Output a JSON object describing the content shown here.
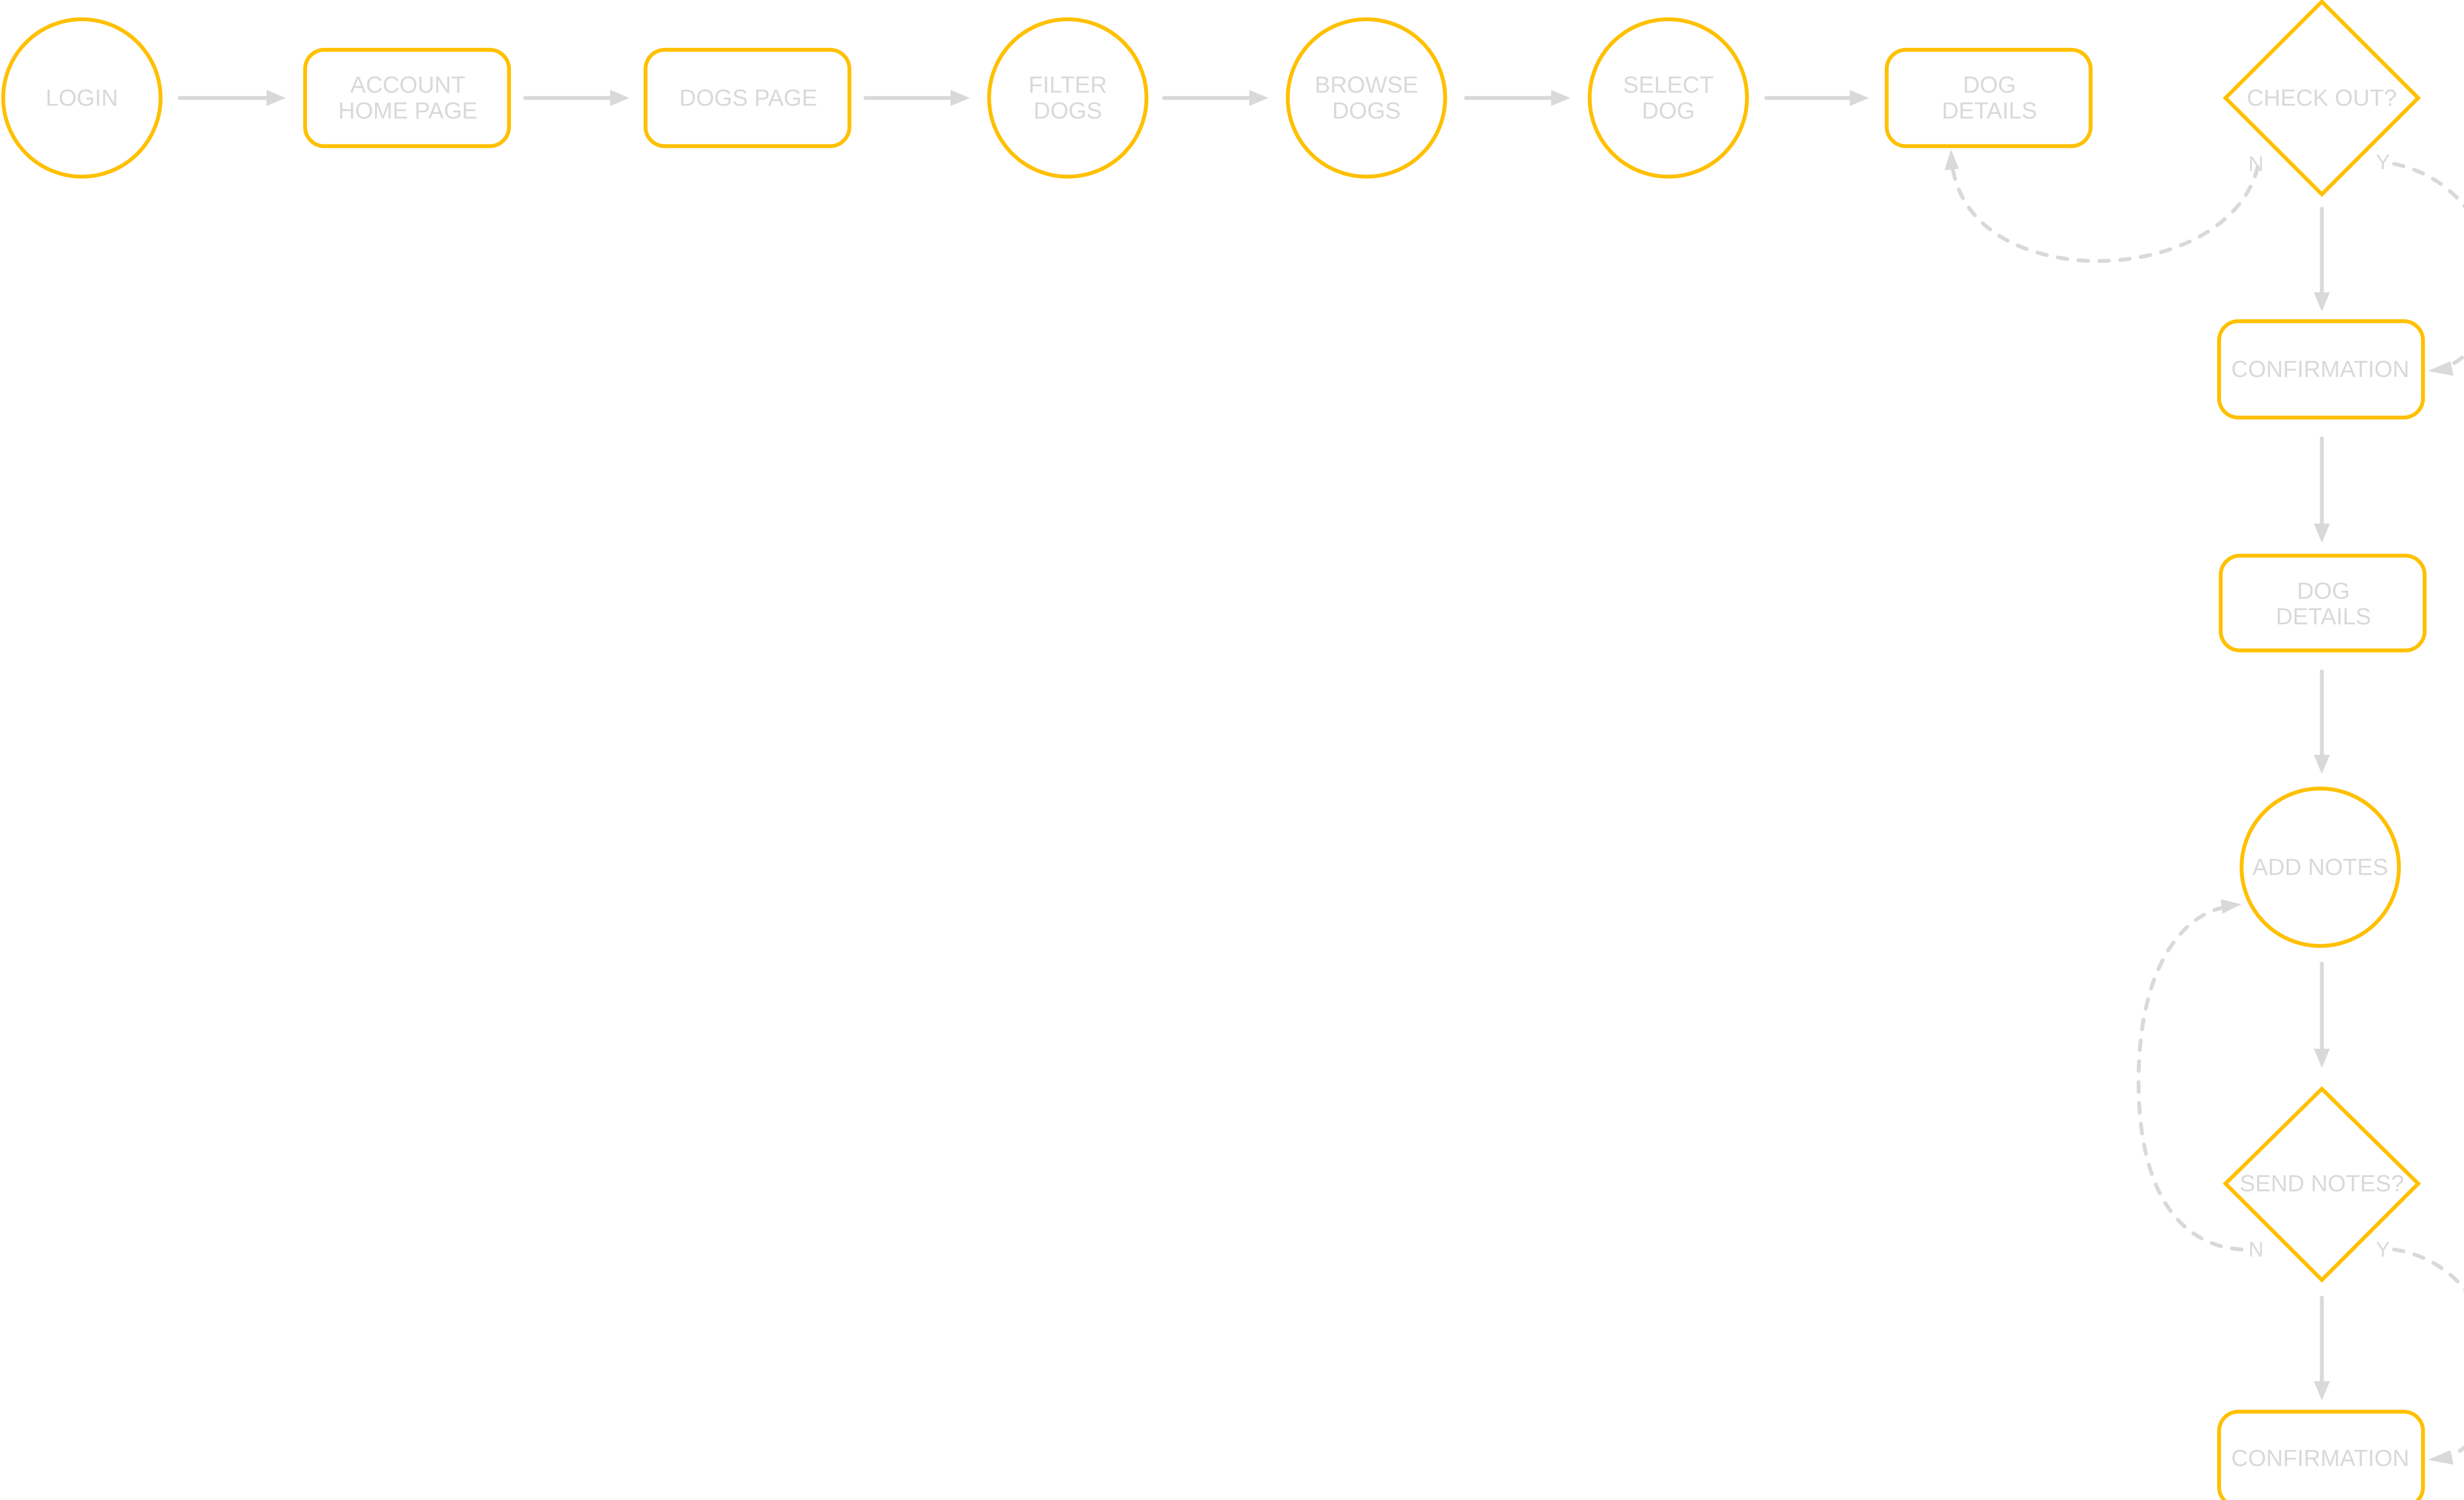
{
  "diagram": {
    "title": "",
    "colors": {
      "node_border": "#FFC000",
      "node_fill": "#FFFFFF",
      "text": "#D9D9D9",
      "connector": "#D9D9D9",
      "background": "#FFFFFF"
    },
    "nodes": [
      {
        "id": "login",
        "shape": "circle",
        "lines": [
          "LOGIN"
        ]
      },
      {
        "id": "account_home",
        "shape": "rounded-rect",
        "lines": [
          "ACCOUNT",
          "HOME PAGE"
        ]
      },
      {
        "id": "dogs_page",
        "shape": "rounded-rect",
        "lines": [
          "DOGS PAGE"
        ]
      },
      {
        "id": "filter_dogs",
        "shape": "circle",
        "lines": [
          "FILTER",
          "DOGS"
        ]
      },
      {
        "id": "browse_dogs",
        "shape": "circle",
        "lines": [
          "BROWSE",
          "DOGS"
        ]
      },
      {
        "id": "select_dog",
        "shape": "circle",
        "lines": [
          "SELECT",
          "DOG"
        ]
      },
      {
        "id": "dog_details_1",
        "shape": "rounded-rect",
        "lines": [
          "DOG",
          "DETAILS"
        ]
      },
      {
        "id": "check_out",
        "shape": "diamond",
        "lines": [
          "CHECK OUT?"
        ]
      },
      {
        "id": "confirmation_1",
        "shape": "rounded-rect",
        "lines": [
          "CONFIRMATION"
        ]
      },
      {
        "id": "dog_details_2",
        "shape": "rounded-rect",
        "lines": [
          "DOG",
          "DETAILS"
        ]
      },
      {
        "id": "add_notes",
        "shape": "circle",
        "lines": [
          "ADD NOTES"
        ]
      },
      {
        "id": "send_notes",
        "shape": "diamond",
        "lines": [
          "SEND NOTES?"
        ]
      },
      {
        "id": "confirmation_2",
        "shape": "rounded-rect",
        "lines": [
          "CONFIRMATION"
        ]
      }
    ],
    "edges": [
      {
        "from": "login",
        "to": "account_home",
        "style": "solid",
        "label": ""
      },
      {
        "from": "account_home",
        "to": "dogs_page",
        "style": "solid",
        "label": ""
      },
      {
        "from": "dogs_page",
        "to": "filter_dogs",
        "style": "solid",
        "label": ""
      },
      {
        "from": "filter_dogs",
        "to": "browse_dogs",
        "style": "solid",
        "label": ""
      },
      {
        "from": "browse_dogs",
        "to": "select_dog",
        "style": "solid",
        "label": ""
      },
      {
        "from": "select_dog",
        "to": "dog_details_1",
        "style": "solid",
        "label": ""
      },
      {
        "from": "check_out",
        "to": "dog_details_1",
        "style": "dashed",
        "label": "N"
      },
      {
        "from": "check_out",
        "to": "confirmation_1",
        "style": "solid",
        "label": ""
      },
      {
        "from": "check_out",
        "to": "confirmation_1",
        "style": "dashed",
        "label": "Y"
      },
      {
        "from": "confirmation_1",
        "to": "dog_details_2",
        "style": "solid",
        "label": ""
      },
      {
        "from": "dog_details_2",
        "to": "add_notes",
        "style": "solid",
        "label": ""
      },
      {
        "from": "add_notes",
        "to": "send_notes",
        "style": "solid",
        "label": ""
      },
      {
        "from": "send_notes",
        "to": "add_notes",
        "style": "dashed",
        "label": "N"
      },
      {
        "from": "send_notes",
        "to": "confirmation_2",
        "style": "solid",
        "label": ""
      },
      {
        "from": "send_notes",
        "to": "confirmation_2",
        "style": "dashed",
        "label": "Y"
      }
    ],
    "branch_labels": {
      "check_out_no": "N",
      "check_out_yes": "Y",
      "send_notes_no": "N",
      "send_notes_yes": "Y"
    }
  }
}
